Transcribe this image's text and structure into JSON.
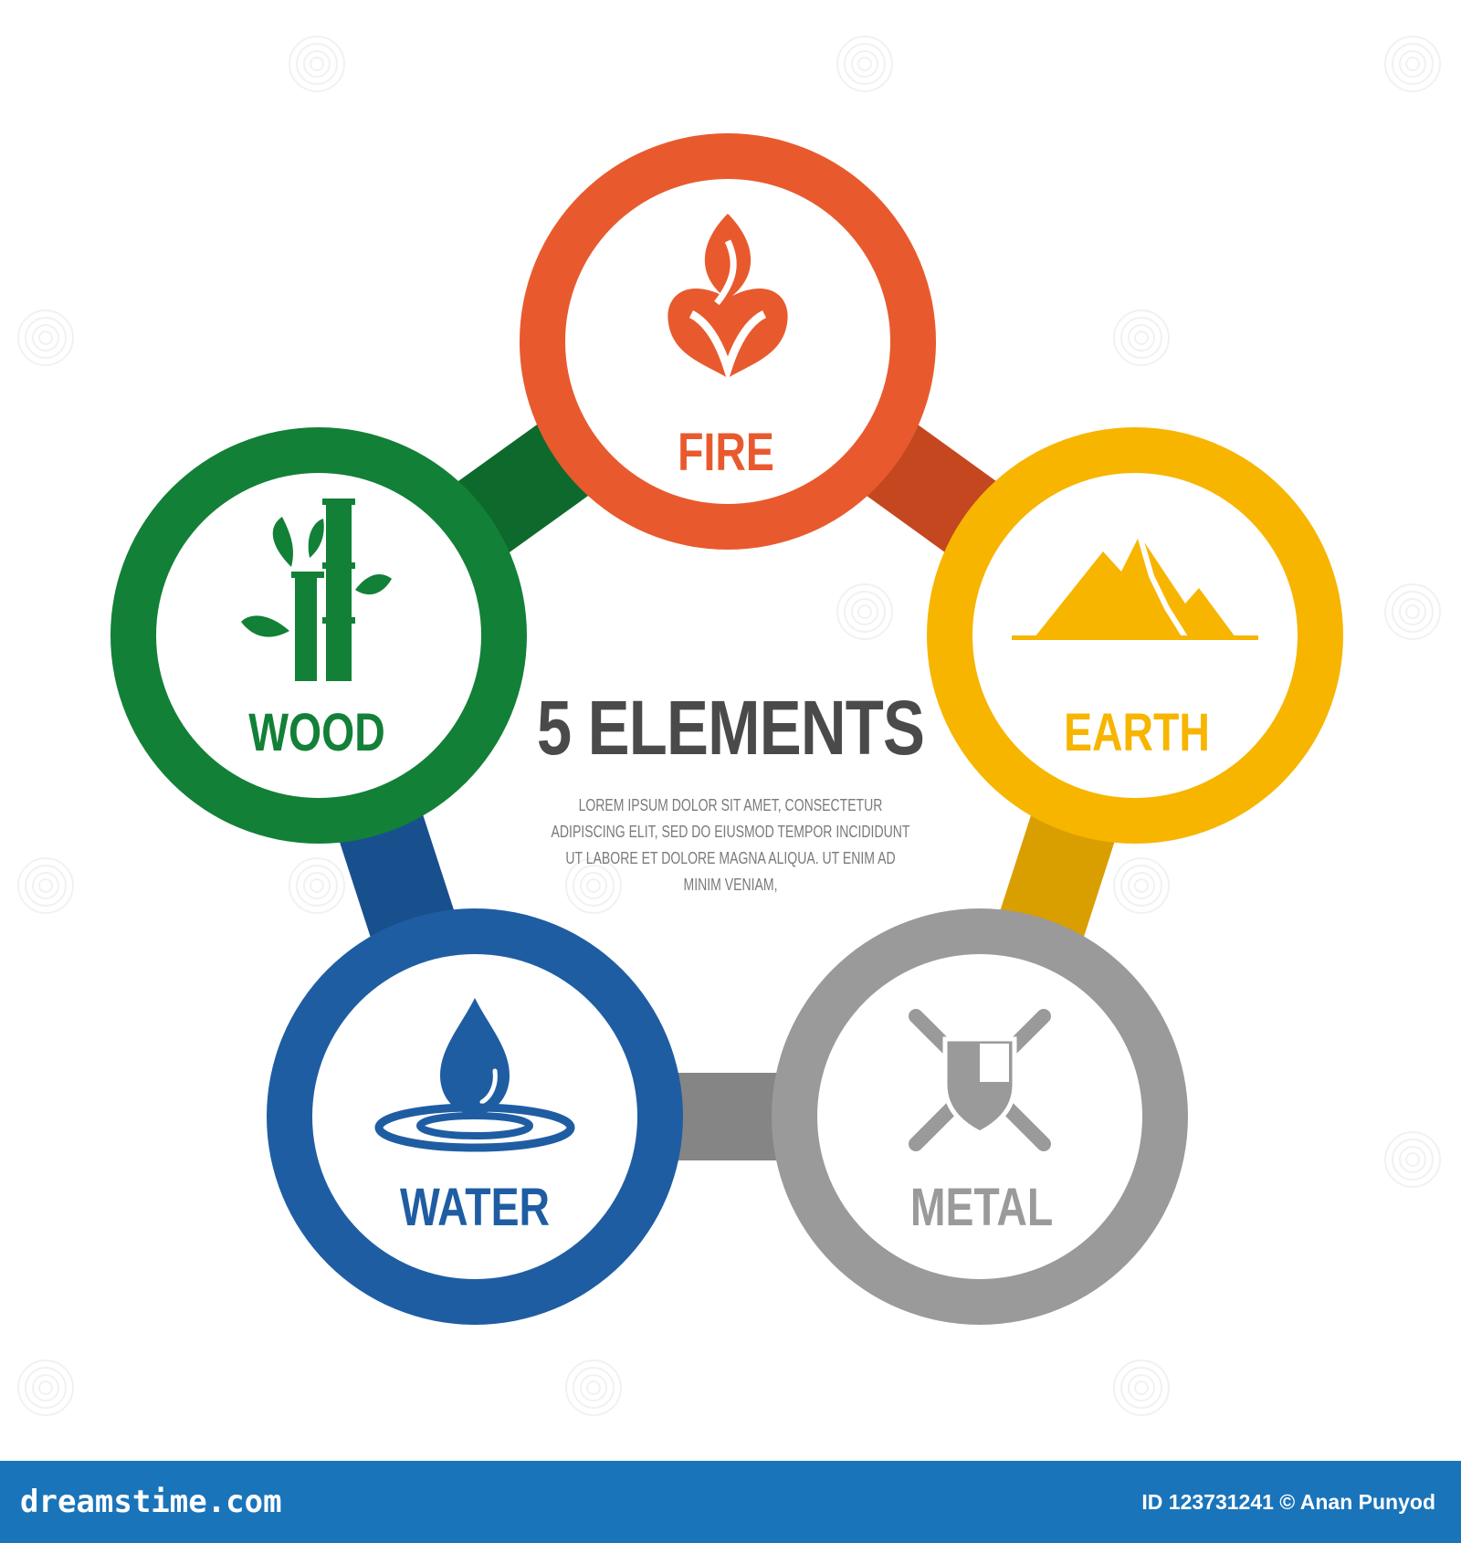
{
  "diagram": {
    "title": "5 ELEMENTS",
    "body": "LOREM IPSUM DOLOR SIT AMET, CONSECTETUR ADIPISCING ELIT, SED DO EIUSMOD TEMPOR INCIDIDUNT UT LABORE ET DOLORE MAGNA ALIQUA. UT ENIM AD MINIM VENIAM,",
    "elements": [
      {
        "key": "fire",
        "label": "FIRE",
        "color": "#e85a2e",
        "link_color": "#c4471f",
        "icon": "flame-icon"
      },
      {
        "key": "earth",
        "label": "EARTH",
        "color": "#f7b500",
        "link_color": "#d99e00",
        "icon": "mountain-icon"
      },
      {
        "key": "metal",
        "label": "METAL",
        "color": "#9a9a9a",
        "link_color": "#858585",
        "icon": "crossed-swords-shield-icon"
      },
      {
        "key": "water",
        "label": "WATER",
        "color": "#1f5da3",
        "link_color": "#18508e",
        "icon": "water-drop-icon"
      },
      {
        "key": "wood",
        "label": "WOOD",
        "color": "#128037",
        "link_color": "#0d6a2c",
        "icon": "bamboo-icon"
      }
    ]
  },
  "footer": {
    "brand": "dreamstime.com",
    "credit": "ID 123731241 © Anan Punyod",
    "background": "#1a74ba"
  }
}
